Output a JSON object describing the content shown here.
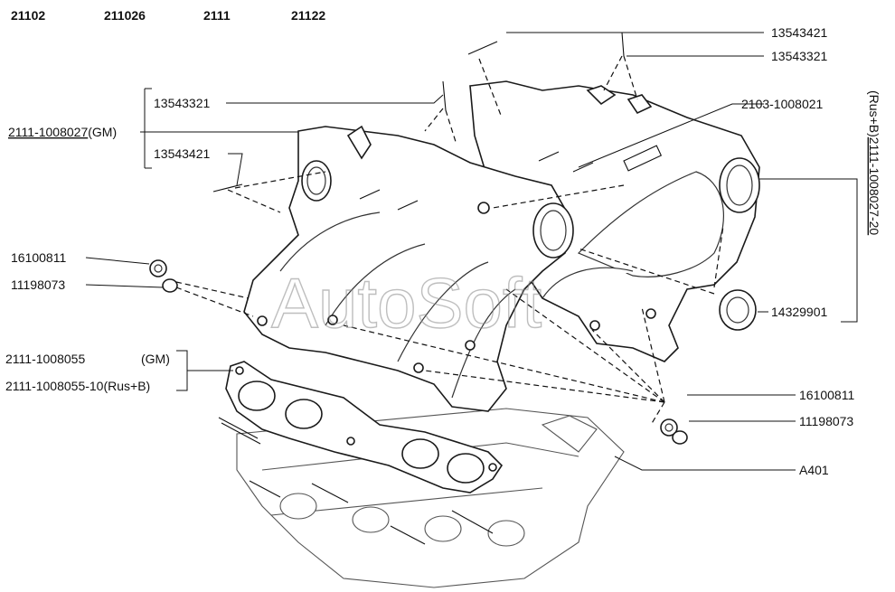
{
  "models": [
    "21102",
    "211026",
    "2111",
    "21122"
  ],
  "labels": {
    "stud_top_a": "13543421",
    "stud_top_b": "13543321",
    "stud_left_a": "13543321",
    "stud_left_b": "13543421",
    "manifold_gm": "2111-1008027",
    "manifold_gm_suffix": "(GM)",
    "manifold_rus_prefix": "(Rus+B)",
    "manifold_rus": "2111-1008027-20",
    "fitting": "2103-1008021",
    "nut_left": "16100811",
    "washer_left": "11198073",
    "gasket_a": "2111-1008055",
    "gasket_a_note": "(GM)",
    "gasket_b": "2111-1008055-10(Rus+B)",
    "seal_ring": "14329901",
    "nut_right": "16100811",
    "washer_right": "11198073",
    "head": "A401"
  },
  "watermark": "AutoSoft"
}
